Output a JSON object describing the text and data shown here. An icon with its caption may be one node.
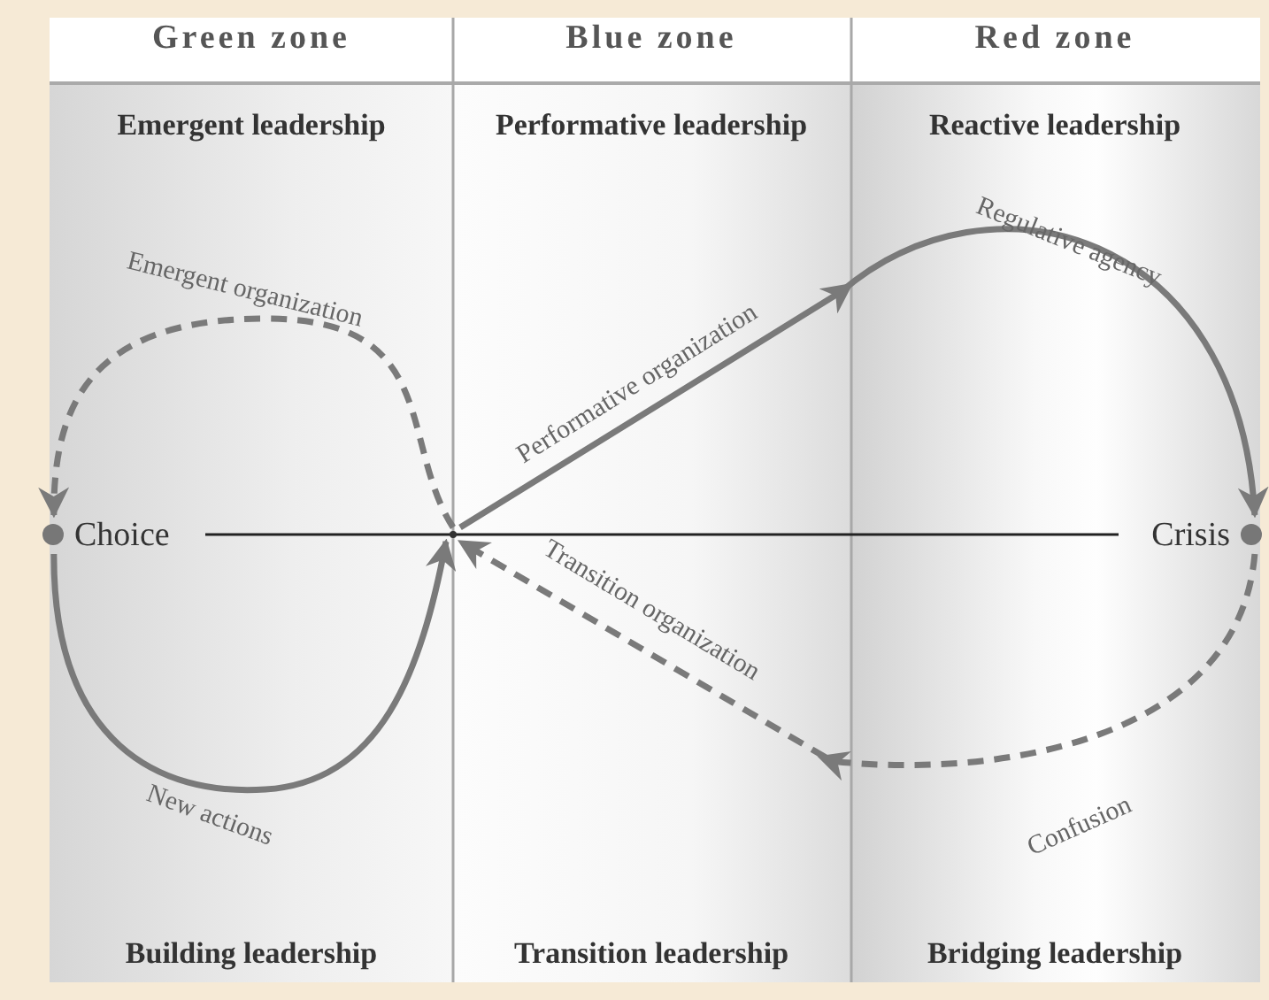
{
  "diagram": {
    "nodes": [
      {
        "text": [
          "Choice"
        ]
      },
      {
        "text": [
          "Crisis"
        ]
      },
      {
        "text": [],
        "shape": "circle"
      }
    ],
    "edges": [
      {
        "from": 2,
        "to": 1,
        "arrow": "to",
        "label": "Performative organization"
      },
      {
        "from": 1,
        "to": 2,
        "arrow": "to",
        "label": "Transition organization",
        "style": "dashed"
      },
      {
        "from": 2,
        "to": 0,
        "arrow": "to",
        "label": "Emergent organization",
        "style": "dashed"
      },
      {
        "from": 0,
        "to": 2,
        "arrow": "to",
        "label": "New actions"
      },
      {
        "from": 0,
        "to": 1,
        "arrow": "none",
        "color": "#222222"
      }
    ],
    "labels": [
      "Green zone",
      "Blue zone",
      "Red zone",
      "Emergent leadership",
      "Performative leadership",
      "Reactive leadership",
      "Regulative agency",
      "Confusion",
      "Building leadership",
      "Transition leadership",
      "Bridging leadership"
    ]
  }
}
